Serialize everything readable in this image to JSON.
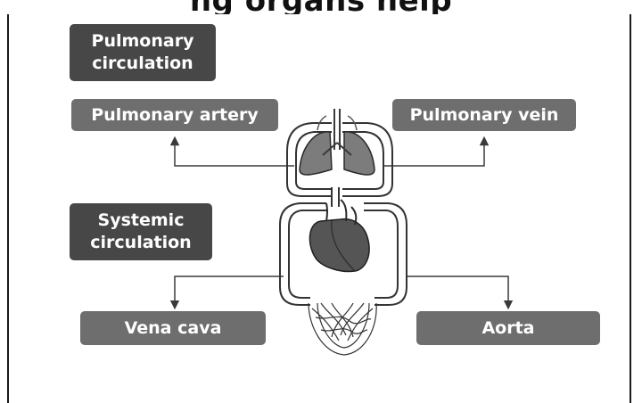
{
  "title": "ng organs help",
  "sections": {
    "pulmonary": "Pulmonary\ncirculation",
    "systemic": "Systemic\ncirculation"
  },
  "vessels": {
    "pulmonary_artery": "Pulmonary artery",
    "pulmonary_vein": "Pulmonary vein",
    "vena_cava": "Vena cava",
    "aorta": "Aorta"
  },
  "colors": {
    "dark_box": "#474747",
    "mid_box": "#6e6e6e",
    "line": "#3a3a3a"
  }
}
